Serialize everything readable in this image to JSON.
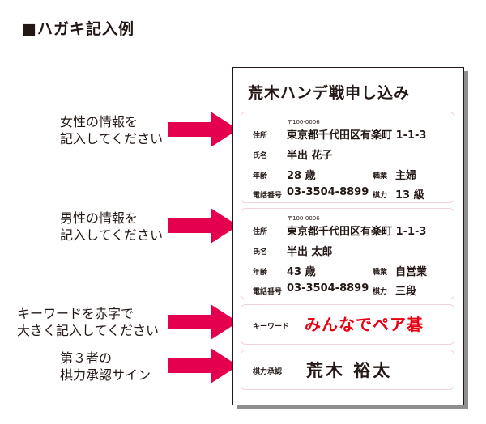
{
  "heading": "■ハガキ記入例",
  "form": {
    "title": "荒木ハンデ戦申し込み",
    "labels": {
      "address": "住所",
      "name": "氏名",
      "age": "年齢",
      "phone": "電話番号",
      "occupation": "職業",
      "rank": "棋力",
      "keyword": "キーワード",
      "approval": "棋力承認"
    },
    "female": {
      "postal": "〒100-0006",
      "address": "東京都千代田区有楽町 1-1-3",
      "name": "半出 花子",
      "age": "28 歳",
      "occupation": "主婦",
      "phone": "03-3504-8899",
      "rank": "13 級"
    },
    "male": {
      "postal": "〒100-0006",
      "address": "東京都千代田区有楽町 1-1-3",
      "name": "半出 太郎",
      "age": "43 歳",
      "occupation": "自営業",
      "phone": "03-3504-8899",
      "rank": "三段"
    },
    "keyword": "みんなでペア碁",
    "approver": "荒木 裕太"
  },
  "notes": {
    "female": [
      "女性の情報を",
      "記入してください"
    ],
    "male": [
      "男性の情報を",
      "記入してください"
    ],
    "keyword": [
      "キーワードを赤字で",
      "大きく記入してください"
    ],
    "approver": [
      "第３者の",
      "棋力承認サイン"
    ]
  },
  "colors": {
    "arrow": "#e5004f",
    "keyword": "#e60012",
    "section_border": "#f2d2da"
  }
}
